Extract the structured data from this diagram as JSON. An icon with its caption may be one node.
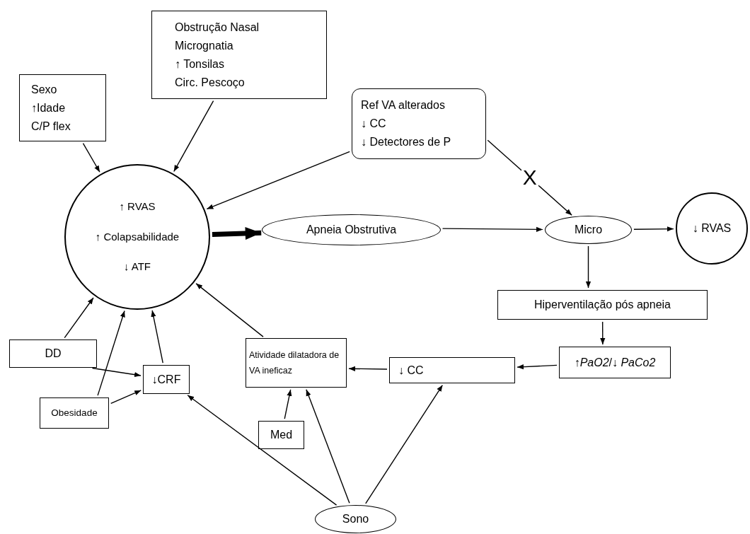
{
  "diagram": {
    "nodes": [
      {
        "text": [
          "Sexo",
          "↑Idade",
          "C/P flex"
        ]
      },
      {
        "text": [
          "Obstrução Nasal",
          "Micrognatia",
          "↑ Tonsilas",
          "Circ. Pescoço"
        ]
      },
      {
        "text": [
          "Ref VA alterados",
          "↓ CC",
          "↓ Detectores de P"
        ]
      },
      {
        "text": [
          "↑ RVAS",
          "↑ Colapsabilidade",
          "↓ ATF"
        ]
      },
      {
        "text": [
          "Apneia Obstrutiva"
        ]
      },
      {
        "text": [
          "Micro"
        ]
      },
      {
        "text": [
          "↓ RVAS"
        ]
      },
      {
        "text": [
          "Hiperventilação pós apneia"
        ]
      },
      {
        "text": [
          "↑*PaO2*/↓ *PaCo2*"
        ]
      },
      {
        "text": [
          "↓ CC"
        ]
      },
      {
        "text": [
          "Atividade dilatadora de VA ineficaz"
        ]
      },
      {
        "text": [
          "DD"
        ]
      },
      {
        "text": [
          "↓CRF"
        ]
      },
      {
        "text": [
          "Obesidade"
        ]
      },
      {
        "text": [
          "Med"
        ]
      },
      {
        "text": [
          "Sono"
        ]
      }
    ],
    "edges": [
      {
        "from": 0,
        "to": 3,
        "arrow": "to"
      },
      {
        "from": 1,
        "to": 3,
        "arrow": "to"
      },
      {
        "from": 2,
        "to": 3,
        "arrow": "to"
      },
      {
        "from": 2,
        "to": 5,
        "arrow": "to",
        "label": "X"
      },
      {
        "from": 3,
        "to": 4,
        "arrow": "to",
        "style": "thick"
      },
      {
        "from": 4,
        "to": 5,
        "arrow": "to"
      },
      {
        "from": 5,
        "to": 6,
        "arrow": "to"
      },
      {
        "from": 5,
        "to": 7,
        "arrow": "to"
      },
      {
        "from": 7,
        "to": 8,
        "arrow": "to"
      },
      {
        "from": 8,
        "to": 9,
        "arrow": "to"
      },
      {
        "from": 9,
        "to": 10,
        "arrow": "to"
      },
      {
        "from": 10,
        "to": 3,
        "arrow": "to"
      },
      {
        "from": 11,
        "to": 3,
        "arrow": "to"
      },
      {
        "from": 11,
        "to": 12,
        "arrow": "to"
      },
      {
        "from": 13,
        "to": 3,
        "arrow": "to"
      },
      {
        "from": 13,
        "to": 12,
        "arrow": "to"
      },
      {
        "from": 12,
        "to": 3,
        "arrow": "to"
      },
      {
        "from": 14,
        "to": 10,
        "arrow": "to"
      },
      {
        "from": 15,
        "to": 12,
        "arrow": "to"
      },
      {
        "from": 15,
        "to": 10,
        "arrow": "to"
      },
      {
        "from": 15,
        "to": 9,
        "arrow": "to"
      }
    ]
  }
}
